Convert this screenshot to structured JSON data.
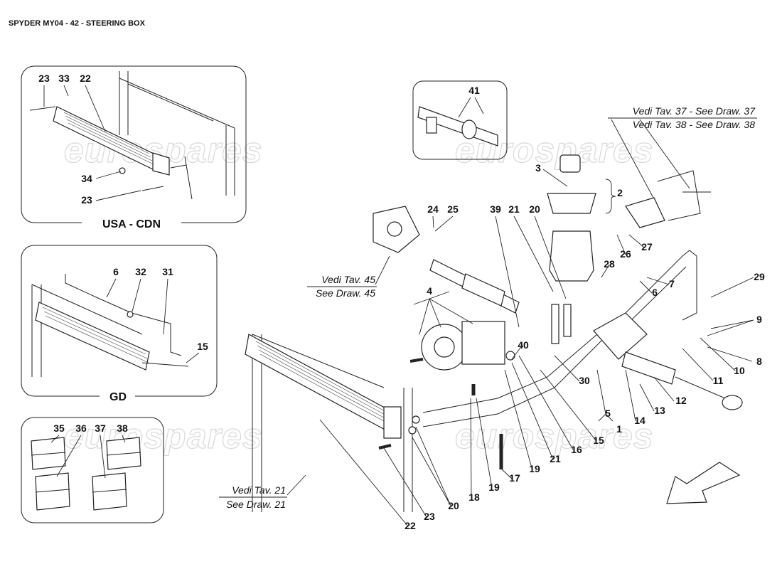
{
  "page": {
    "title": "SPYDER MY04 - 42 - STEERING BOX"
  },
  "watermark": "eurospares",
  "insets": {
    "usa_cdn": {
      "title": "USA - CDN",
      "labels": [
        "23",
        "33",
        "22",
        "34",
        "23"
      ]
    },
    "gd": {
      "title": "GD",
      "labels": [
        "6",
        "32",
        "31",
        "15"
      ]
    },
    "kits": {
      "labels": [
        "35",
        "36",
        "37",
        "38"
      ]
    },
    "detail": {
      "labels": [
        "41"
      ]
    }
  },
  "references": {
    "draw37": "Vedi Tav. 37 - See Draw. 37",
    "draw38": "Vedi Tav. 38 - See Draw. 38",
    "draw45_it": "Vedi Tav. 45",
    "draw45_en": "See Draw. 45",
    "draw21_it": "Vedi Tav. 21",
    "draw21_en": "See Draw. 21"
  },
  "callouts": {
    "c3": "3",
    "c2": "2",
    "c24": "24",
    "c25": "25",
    "c39": "39",
    "c21a": "21",
    "c20a": "20",
    "c26": "26",
    "c27": "27",
    "c28": "28",
    "c29": "29",
    "c7": "7",
    "c6": "6",
    "c4": "4",
    "c9": "9",
    "c8": "8",
    "c10": "10",
    "c11": "11",
    "c12": "12",
    "c13": "13",
    "c14": "14",
    "c5": "5",
    "c1": "1",
    "c40": "40",
    "c30": "30",
    "c15": "15",
    "c16": "16",
    "c21b": "21",
    "c19a": "19",
    "c17": "17",
    "c19b": "19",
    "c18": "18",
    "c20b": "20",
    "c23": "23",
    "c22": "22"
  }
}
